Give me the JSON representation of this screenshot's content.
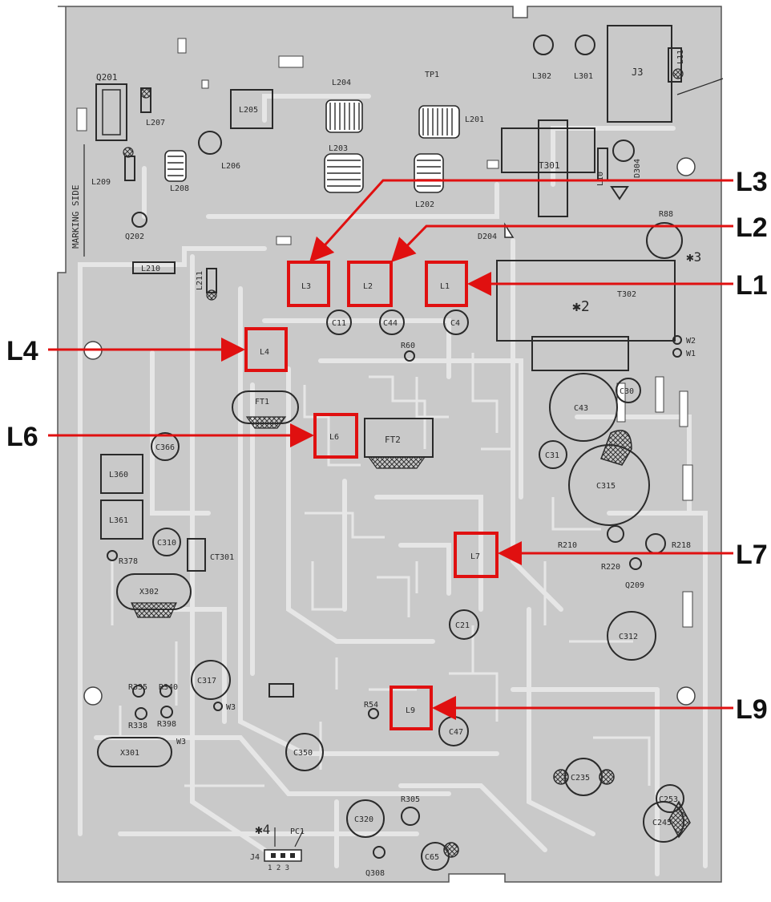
{
  "board": {
    "marking_side": "MARKING SIDE",
    "fill": "#c9c9c9",
    "trace": "#e6e6e6",
    "ink": "#2a2a2a",
    "highlight": "#e01010"
  },
  "callouts": {
    "l1": "L1",
    "l2": "L2",
    "l3": "L3",
    "l4": "L4",
    "l6": "L6",
    "l7": "L7",
    "l9": "L9"
  },
  "coils": {
    "l1": "L1",
    "l2": "L2",
    "l3": "L3",
    "l4": "L4",
    "l6": "L6",
    "l7": "L7",
    "l9": "L9"
  },
  "silk": {
    "q201": "Q201",
    "l207": "L207",
    "l205": "L205",
    "l204": "L204",
    "tp1": "TP1",
    "l201": "L201",
    "l302": "L302",
    "l301": "L301",
    "j3": "J3",
    "l11": "L11",
    "l209": "L209",
    "l208": "L208",
    "l206": "L206",
    "l203": "L203",
    "l202": "L202",
    "t301": "T301",
    "l10": "L10",
    "d304": "D304",
    "q202": "Q202",
    "d204": "D204",
    "r88": "R88",
    "s3": "✱3",
    "l210": "L210",
    "l211": "L211",
    "t302": "T302",
    "s2": "✱2",
    "c11": "C11",
    "c44": "C44",
    "c4": "C4",
    "r60": "R60",
    "w2": "W2",
    "w1": "W1",
    "c30": "C30",
    "ft1": "FT1",
    "ft2": "FT2",
    "c43": "C43",
    "c366": "C366",
    "c31": "C31",
    "c315": "C315",
    "l360": "L360",
    "l361": "L361",
    "c310": "C310",
    "ct301": "CT301",
    "r378": "R378",
    "r210": "R210",
    "r218": "R218",
    "r220": "R220",
    "q209": "Q209",
    "x302": "X302",
    "c21": "C21",
    "c312": "C312",
    "r335": "R335",
    "r340": "R340",
    "c317": "C317",
    "w3a": "W3",
    "r54": "R54",
    "r338": "R338",
    "r398": "R398",
    "w3b": "W3",
    "c47": "C47",
    "x301": "X301",
    "c350": "C350",
    "c235": "C235",
    "c253": "C253",
    "s4": "✱4",
    "pc1": "PC1",
    "r305": "R305",
    "c320": "C320",
    "c245": "C245",
    "j4": "J4",
    "pins": "1 2 3",
    "c65": "C65",
    "q308": "Q308"
  }
}
